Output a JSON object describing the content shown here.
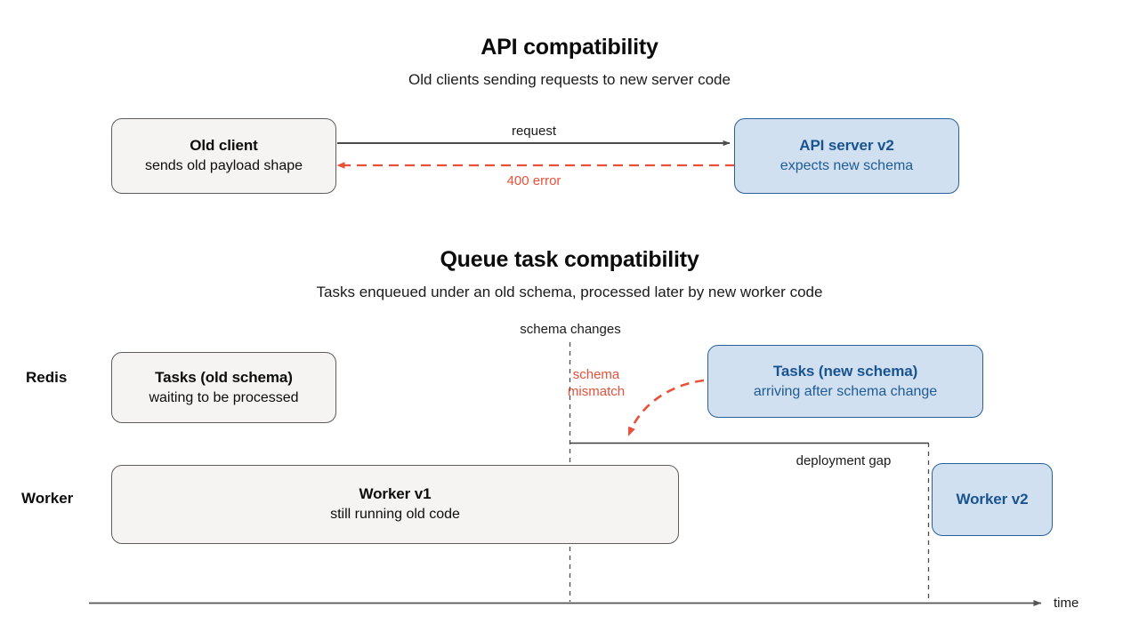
{
  "colors": {
    "gray_fill": "#f5f4f2",
    "gray_stroke": "#5d5d5d",
    "blue_fill": "#d0e0f0",
    "blue_stroke": "#2a6099",
    "blue_text": "#1a5490",
    "red": "#e8503a",
    "axis": "#555555",
    "text": "#111111"
  },
  "sections": {
    "api": {
      "title": "API compatibility",
      "subtitle": "Old clients sending requests to new server code",
      "client_box": {
        "title": "Old client",
        "subtitle": "sends old payload shape"
      },
      "server_box": {
        "title": "API server v2",
        "subtitle": "expects new schema"
      },
      "request_label": "request",
      "error_label": "400 error"
    },
    "queue": {
      "title": "Queue task compatibility",
      "subtitle": "Tasks enqueued under an old schema, processed later by new worker code",
      "lanes": {
        "redis": "Redis",
        "worker": "Worker"
      },
      "old_tasks_box": {
        "title": "Tasks (old schema)",
        "subtitle": "waiting to be processed"
      },
      "new_tasks_box": {
        "title": "Tasks (new schema)",
        "subtitle": "arriving after schema change"
      },
      "worker_v1_box": {
        "title": "Worker v1",
        "subtitle": "still running old code"
      },
      "worker_v2_box": {
        "title": "Worker v2",
        "subtitle": ""
      },
      "schema_changes_label": "schema changes",
      "schema_mismatch_label_line1": "schema",
      "schema_mismatch_label_line2": "mismatch",
      "deployment_gap_label": "deployment gap",
      "time_axis_label": "time"
    }
  }
}
